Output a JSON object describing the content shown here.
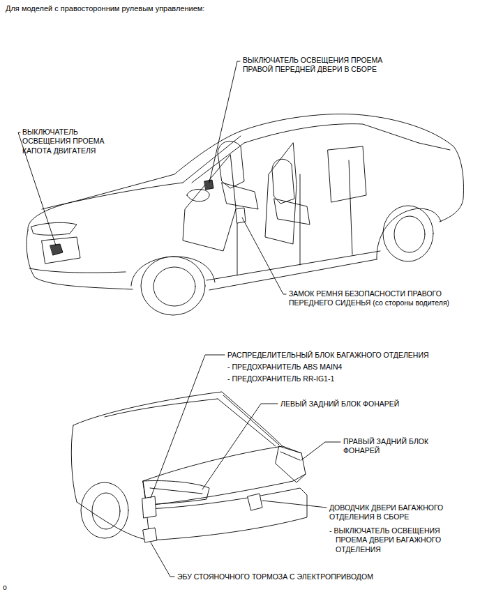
{
  "diagram": {
    "title": "Для моделей с правосторонним рулевым управлением:",
    "labels": [
      "ВЫКЛЮЧАТЕЛЬ ОСВЕЩЕНИЯ ПРОЕМА ПРАВОЙ ПЕРЕДНЕЙ ДВЕРИ В СБОРЕ",
      "ВЫКЛЮЧАТЕЛЬ ОСВЕЩЕНИЯ ПРОЕМА КАПОТА ДВИГАТЕЛЯ",
      "ЗАМОК РЕМНЯ БЕЗОПАСНОСТИ ПРАВОГО ПЕРЕДНЕГО СИДЕНЬЯ (со стороны водителя)",
      "РАСПРЕДЕЛИТЕЛЬНЫЙ БЛОК БАГАЖНОГО ОТДЕЛЕНИЯ",
      "- ПРЕДОХРАНИТЕЛЬ ABS MAIN4",
      "- ПРЕДОХРАНИТЕЛЬ RR-IG1-1",
      "ЛЕВЫЙ ЗАДНИЙ БЛОК ФОНАРЕЙ",
      "ПРАВЫЙ ЗАДНИЙ БЛОК ФОНАРЕЙ",
      "ДОВОДЧИК ДВЕРИ БАГАЖНОГО ОТДЕЛЕНИЯ В СБОРЕ",
      "- ВЫКЛЮЧАТЕЛЬ ОСВЕЩЕНИЯ ПРОЕМА ДВЕРИ БАГАЖНОГО ОТДЕЛЕНИЯ",
      "ЭБУ СТОЯНОЧНОГО ТОРМОЗА С ЭЛЕКТРОПРИВОДОМ",
      "o"
    ]
  }
}
